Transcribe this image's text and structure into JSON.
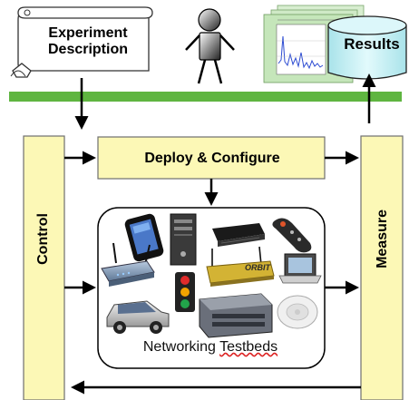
{
  "experiment": {
    "line1": "Experiment",
    "line2": "Description"
  },
  "deploy": {
    "label": "Deploy & Configure"
  },
  "results": {
    "label": "Results"
  },
  "control": {
    "label": "Control"
  },
  "measure": {
    "label": "Measure"
  },
  "testbeds": {
    "prefix": "Networking ",
    "underlined": "Testbeds"
  },
  "orbit": {
    "label": "ORBIT"
  },
  "colors": {
    "bar_green": "#5fb540",
    "box_yellow": "#fcf8b6",
    "box_border": "#6f6f6f",
    "results_cyl": "#c8f1f5",
    "chart_line": "#2c4bd2",
    "sheet_green": "#bde6b3"
  },
  "icons": [
    "scroll-icon",
    "person-icon",
    "chart-sheet-icon",
    "database-icon",
    "phone-icon",
    "server-icon",
    "media-box-icon",
    "remote-icon",
    "router-icon",
    "traffic-light-icon",
    "orbit-board-icon",
    "laptop-icon",
    "suv-icon",
    "rack-switch-icon",
    "smoke-detector-icon"
  ]
}
